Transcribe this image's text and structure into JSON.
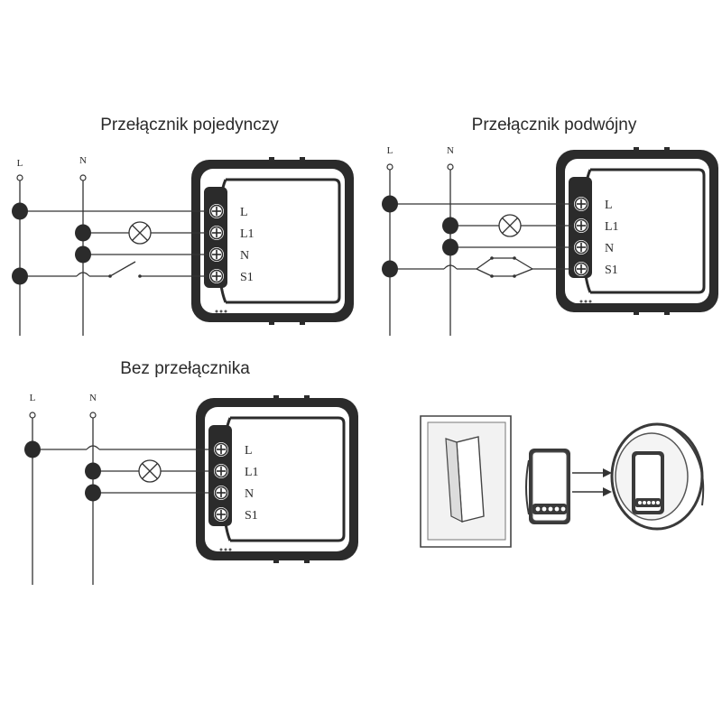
{
  "diagrams": [
    {
      "title": "Przełącznik pojedynczy",
      "line_labels": [
        "L",
        "N"
      ],
      "terminals": [
        "L",
        "L1",
        "N",
        "S1"
      ]
    },
    {
      "title": "Przełącznik podwójny",
      "line_labels": [
        "L",
        "N"
      ],
      "terminals": [
        "L",
        "L1",
        "N",
        "S1"
      ]
    },
    {
      "title": "Bez przełącznika",
      "line_labels": [
        "L",
        "N"
      ],
      "terminals": [
        "L",
        "L1",
        "N",
        "S1"
      ]
    }
  ],
  "colors": {
    "line": "#333333",
    "fill_dark": "#2b2b2b"
  },
  "icons": [
    "terminal-block-icon",
    "lamp-icon",
    "switch-icon",
    "wall-switch-icon",
    "relay-module-icon",
    "wall-box-icon"
  ]
}
